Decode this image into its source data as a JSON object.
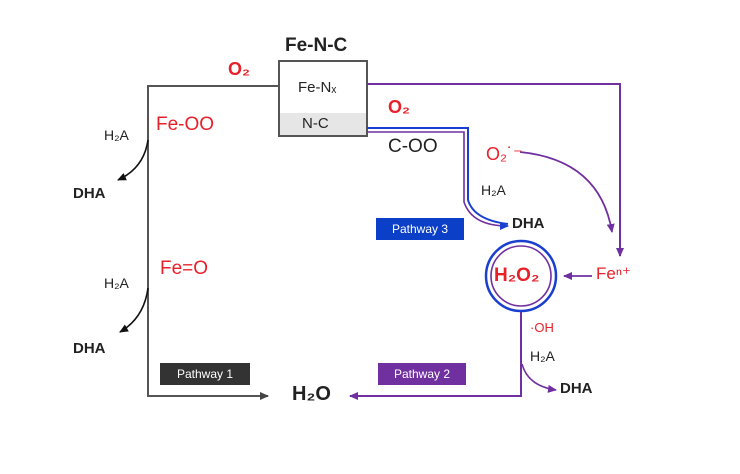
{
  "catalyst": {
    "title": "Fe-N-C",
    "site_fenx": "Fe-Nₓ",
    "site_nc": "N-C"
  },
  "species": {
    "o2_left": "O₂",
    "o2_right": "O₂",
    "fe_oo": "Fe-OO",
    "fe_o": "Fe=O",
    "c_oo": "C-OO",
    "superoxide": "O₂˙⁻",
    "h2o2": "H₂O₂",
    "fe_n": "Feⁿ⁺",
    "oh_radical": "·OH",
    "h2o": "H₂O",
    "h2a_1": "H₂A",
    "h2a_2": "H₂A",
    "h2a_3": "H₂A",
    "h2a_4": "H₂A",
    "dha_1": "DHA",
    "dha_2": "DHA",
    "dha_3": "DHA",
    "dha_4": "DHA"
  },
  "pathways": [
    {
      "label": "Pathway 1",
      "color": "#333333"
    },
    {
      "label": "Pathway 2",
      "color": "#7030a0"
    },
    {
      "label": "Pathway 3",
      "color": "#0b3fc7"
    }
  ],
  "colors": {
    "pathway1_line": "#444444",
    "pathway2_line": "#7030a0",
    "pathway3_line": "#1a3fd0",
    "red_text": "#e8202a"
  }
}
